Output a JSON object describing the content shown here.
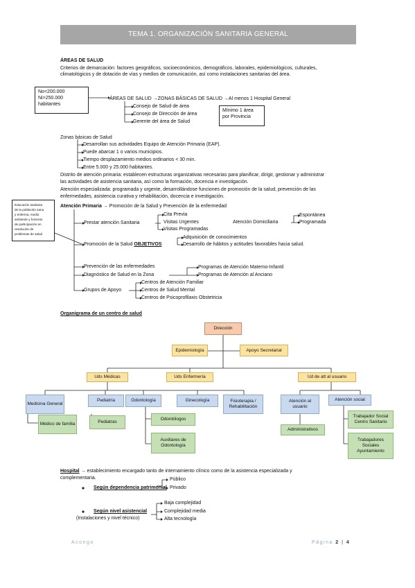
{
  "header": {
    "title": "TEMA 1. ORGANIZACIÓN SANITARIA GENERAL"
  },
  "areas": {
    "heading": "ÁREAS DE SALUD",
    "criteria_line1": "Criterios de demarcación: factores geográficos, socioeconómicos, demográficos, laborales, epidemiológicos, culturales,",
    "criteria_line2": "climatológicos y de dotación de vías y medios de comunicación, así como instalaciones sanitarias del área.",
    "box_population": [
      "No<200.000",
      "Ni>250.000",
      "habitantes"
    ],
    "chain": "ÁREAS DE SALUD →ZONAS BÁSICAS DE SALUD →Al menos 1 Hospital General",
    "organs": [
      "Consejo de Salud de área",
      "Consejo de Dirección de área",
      "Gerente del área de Salud"
    ],
    "box_minimum": [
      "Mínimo 1 área",
      "por Provincia"
    ]
  },
  "zonas": {
    "heading": "Zonas básicas de Salud",
    "items": [
      "Desarrollan sus actividades Equipo de Atención Primaria (EAP).",
      "Puede abarcar 1 o varios municipios.",
      "Tiempo desplazamiento medios ordinarios < 30 min.",
      "Entre 5.000 y 25.000 habitantes."
    ],
    "distrito_1": "Distrito de atención primaria: establecen estructuras organizativas necesarias para planificar, dirigir, gestionar y administrar",
    "distrito_2": "las actividades de asistencia sanitaria, así como la formación, docencia e investigación.",
    "especializada_1": "Atención especializada: programada y urgente, desarrollándose funciones de promoción de la salud, prevención de las",
    "especializada_2": "enfermedades, asistencia curativa y rehabilitación, docencia e investigación."
  },
  "primaria": {
    "note_box": [
      "Educación sanitaria",
      "de la población sana",
      "y enferma, medio",
      "ambiente y fomento",
      "de participación en",
      "resolución de",
      "problemas de salud"
    ],
    "label": "Atención Primaria",
    "label_rest": " → Promoción de la Salud y Prevención de la enfermedad",
    "prestar": "Prestar atención Sanitaria",
    "prestar_items": [
      "Cita Previa",
      "Visitas Urgentes",
      "Visitas Programadas"
    ],
    "domiciliaria": "Atención Domiciliaria",
    "domiciliaria_items": [
      "Espontánea",
      "Programada"
    ],
    "promocion_pre": "Promoción de la Salud ",
    "promocion_obj": "OBJETIVOS",
    "objetivos": [
      "Adquisición de conocimientos",
      "Desarrollo de hábitos y actitudes favorables hacia salud."
    ],
    "prevencion": "Prevención de las enfermedades",
    "diagnostico": "Diagnóstico de Salud en la Zona",
    "programas": [
      "Programas de Atención Materno-Infantil",
      "Programas de Atención al Anciano"
    ],
    "grupos": "Grupos de Apoyo",
    "grupos_items": [
      "Centros de Atención Familiar",
      "Centros de Salud Mental",
      "Centros de Psicoprofilaxis Obstetricia"
    ]
  },
  "organigram": {
    "heading": "Organigrama de un centro de salud",
    "top": "Dirección",
    "staff_left": "Epidemiología",
    "staff_right": "Apoyo Secretarial",
    "units": [
      "Uds Médicas",
      "Uds Enfermería",
      "Ud de att al usuario"
    ],
    "medicas": [
      "Medicina General",
      "Pediatría",
      "Odontología",
      "Ginecología",
      "Fisioterapia / Rehabilitación"
    ],
    "medicas_sub": [
      "Médico de familia",
      "Pediatras",
      "Odontólogos",
      "Auxiliares de Odontología"
    ],
    "usuario": [
      "Atención al usuario",
      "Atención social"
    ],
    "usuario_sub": [
      "Administrativos",
      "Trabajador Social Centro Sanitario",
      "Trabajadores Sociales Ayuntamiento"
    ]
  },
  "hospital": {
    "label": "Hospital",
    "text_1": " → establecimiento encargado tanto de internamiento clínico como de la asistencia especializada y",
    "text_2": "complementaria.",
    "dependencia": "Según dependencia patrimonial",
    "dependencia_items": [
      "Público",
      "Privado"
    ],
    "nivel": "Según nivel asistencial",
    "nivel_sub": "(Instalaciones y nivel técnico)",
    "nivel_items": [
      "Baja complejidad",
      "Complejidad media",
      "Alta tecnología"
    ]
  },
  "footer": {
    "left": "Acongo",
    "right_label": "Página ",
    "page": "2",
    "total": "4"
  }
}
